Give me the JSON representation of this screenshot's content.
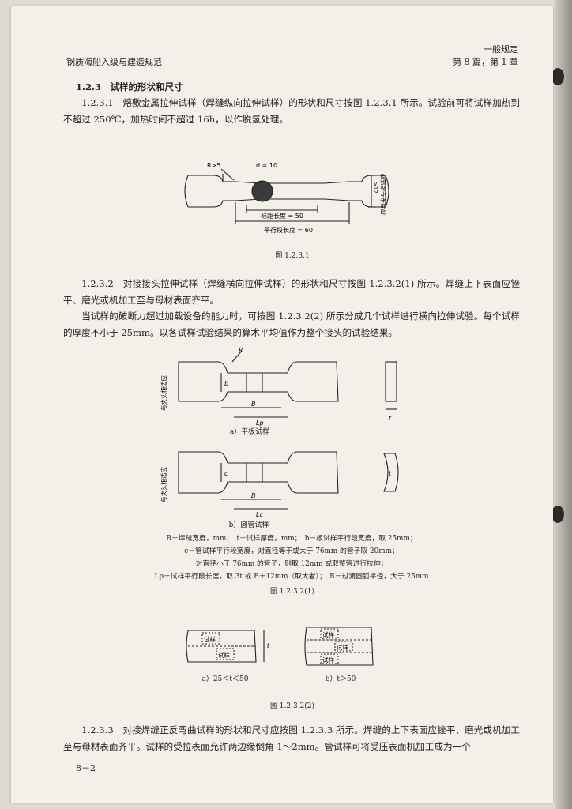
{
  "header": {
    "left": "钢质海船入级与建造规范",
    "right_top": "一般规定",
    "right_bottom": "第 8 篇，第 1 章"
  },
  "section": {
    "title": "1.2.3　试样的形状和尺寸"
  },
  "paragraphs": {
    "p1": "1.2.3.1　熔敷金属拉伸试样（焊缝纵向拉伸试样）的形状和尺寸按图 1.2.3.1 所示。试验前可将试样加热到不超过 250℃，加热时间不超过 16h，以作脱氢处理。",
    "p2": "1.2.3.2　对接接头拉伸试样（焊缝横向拉伸试样）的形状和尺寸按图 1.2.3.2(1) 所示。焊缝上下表面应锉平、磨光或机加工至与母材表面齐平。",
    "p3": "当试样的破断力超过加载设备的能力时，可按图 1.2.3.2(2) 所示分成几个试样进行横向拉伸试验。每个试样的厚度不小于 25mm。以各试样试验结果的算术平均值作为整个接头的试验结果。",
    "p4": "1.2.3.3　对接焊缝正反弯曲试样的形状和尺寸应按图 1.2.3.3 所示。焊缝的上下表面应锉平、磨光或机加工至与母材表面齐平。试样的受拉表面允许两边缘倒角 1～2mm。管试样可将受压表面机加工成为一个"
  },
  "fig1": {
    "label_r": "R>5",
    "label_d": "d = 10",
    "label_gauge": "标距长度 = 50",
    "label_parallel": "平行段长度 = 60",
    "label_12": ">12",
    "label_side": "应与夹头相适应",
    "caption": "图 1.2.3.1"
  },
  "fig2": {
    "label_r": "R",
    "label_b": "b",
    "label_B": "B",
    "label_Lp": "Lp",
    "label_t": "t",
    "label_grip": "与夹头相适应",
    "caption_a": "a）平板试样",
    "label_c": "c",
    "caption_b": "b）圆管试样",
    "legend1": "B－焊缝宽度，mm；　t－试样厚度，mm；　b－板试样平行段宽度，取 25mm；",
    "legend2": "c－管试样平行段宽度，对直径等于或大于 76mm 的管子取 20mm；",
    "legend3": "对直径小于 76mm 的管子，则取 12mm 或取整管进行拉伸；",
    "legend4": "Lp－试样平行段长度，取 3t 或 B＋12mm（取大者）；　R－过渡圆弧半径，大于 25mm",
    "caption": "图 1.2.3.2(1)"
  },
  "fig3": {
    "specimen": "试样",
    "label_t": "t",
    "caption_a": "a）25＜t＜50",
    "caption_b": "b）t＞50",
    "caption": "图 1.2.3.2(2)"
  },
  "footer": {
    "page": "8－2"
  }
}
